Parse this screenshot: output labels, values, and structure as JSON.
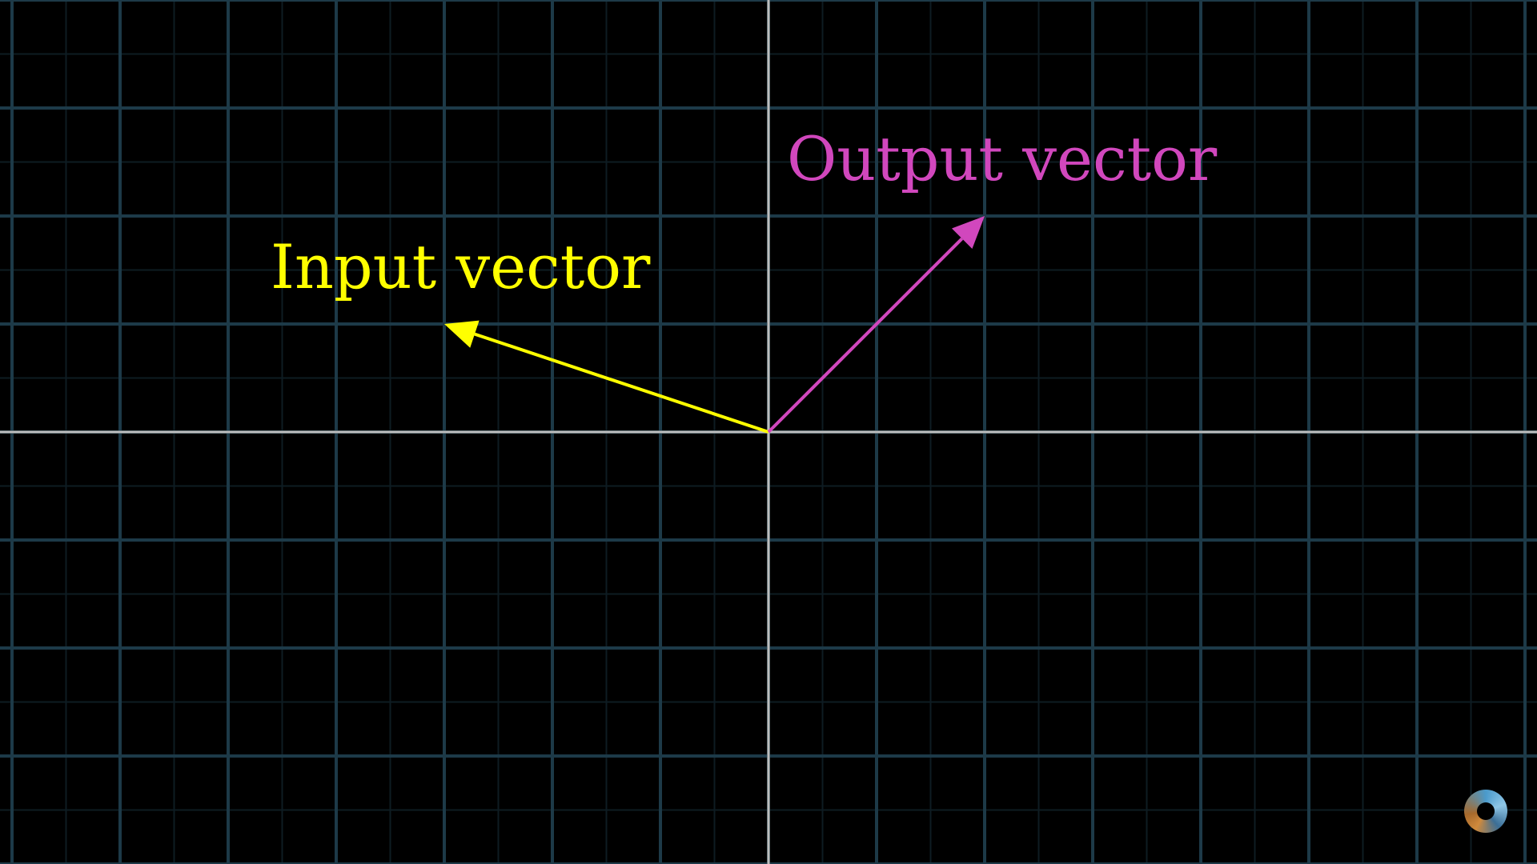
{
  "diagram": {
    "input_label": "Input vector",
    "output_label": "Output vector",
    "input_vector": [
      -3,
      1
    ],
    "output_vector": [
      2,
      2
    ],
    "grid_unit": 1,
    "grid_subdivisions": 2
  },
  "colors": {
    "background": "#000000",
    "grid_major": "#1d3a48",
    "grid_minor": "#0e1c22",
    "axes": "#bdbdbd",
    "input": "#ffff00",
    "output": "#d147bd"
  },
  "icons": {
    "logo": "3blue1brown-pi-eye-icon"
  }
}
